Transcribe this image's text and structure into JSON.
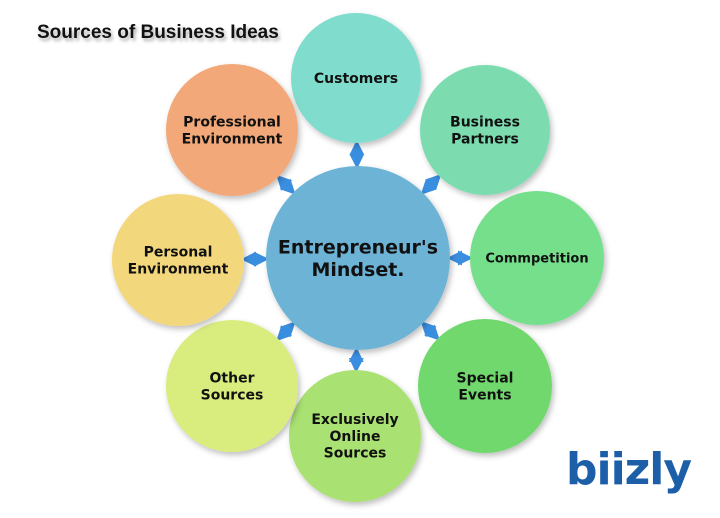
{
  "title": "Sources of Business Ideas",
  "center": {
    "label": [
      "Entrepreneur's",
      "Mindset."
    ],
    "color": "#6cb3d6"
  },
  "nodes": [
    {
      "label": [
        "Customers"
      ],
      "color": "#80dccd"
    },
    {
      "label": [
        "Business",
        "Partners"
      ],
      "color": "#7bdcb0"
    },
    {
      "label": [
        "Commpetition"
      ],
      "color": "#74df8c"
    },
    {
      "label": [
        "Special",
        "Events"
      ],
      "color": "#6fd86d"
    },
    {
      "label": [
        "Exclusively",
        "Online",
        "Sources"
      ],
      "color": "#a9e172"
    },
    {
      "label": [
        "Other",
        "Sources"
      ],
      "color": "#d9ec7e"
    },
    {
      "label": [
        "Personal",
        "Environment"
      ],
      "color": "#f3d77b"
    },
    {
      "label": [
        "Professional",
        "Environment"
      ],
      "color": "#f2a878"
    }
  ],
  "arrow_color": "#3a8ee0",
  "logo": {
    "text": "biizly"
  }
}
